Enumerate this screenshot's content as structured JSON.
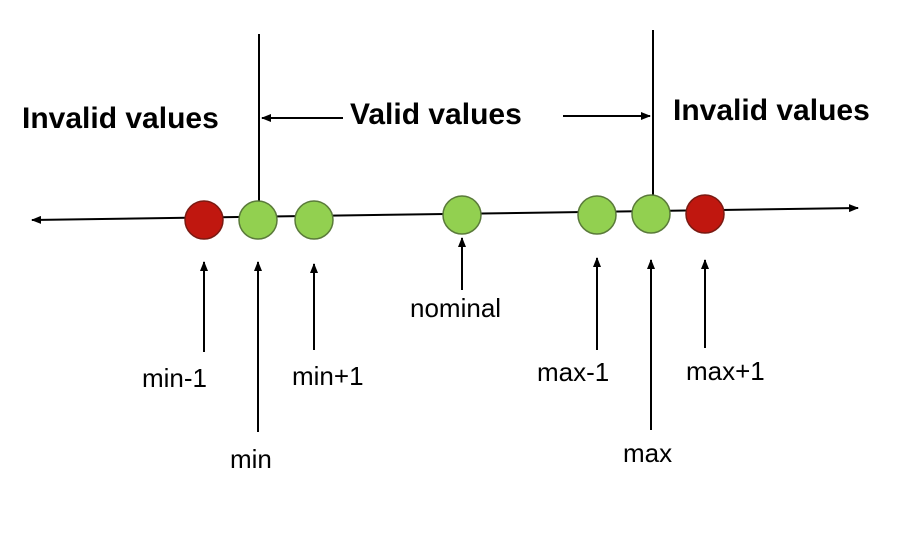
{
  "regions": {
    "left_invalid": "Invalid values",
    "valid": "Valid values",
    "right_invalid": "Invalid values"
  },
  "points": [
    {
      "id": "min-minus-1",
      "label": "min-1",
      "status": "invalid"
    },
    {
      "id": "min",
      "label": "min",
      "status": "valid"
    },
    {
      "id": "min-plus-1",
      "label": "min+1",
      "status": "valid"
    },
    {
      "id": "nominal",
      "label": "nominal",
      "status": "valid"
    },
    {
      "id": "max-minus-1",
      "label": "max-1",
      "status": "valid"
    },
    {
      "id": "max",
      "label": "max",
      "status": "valid"
    },
    {
      "id": "max-plus-1",
      "label": "max+1",
      "status": "invalid"
    }
  ],
  "colors": {
    "valid_fill": "#92d050",
    "invalid_fill": "#c0170f",
    "circle_stroke": "#5a7a3a",
    "line": "#000000"
  }
}
